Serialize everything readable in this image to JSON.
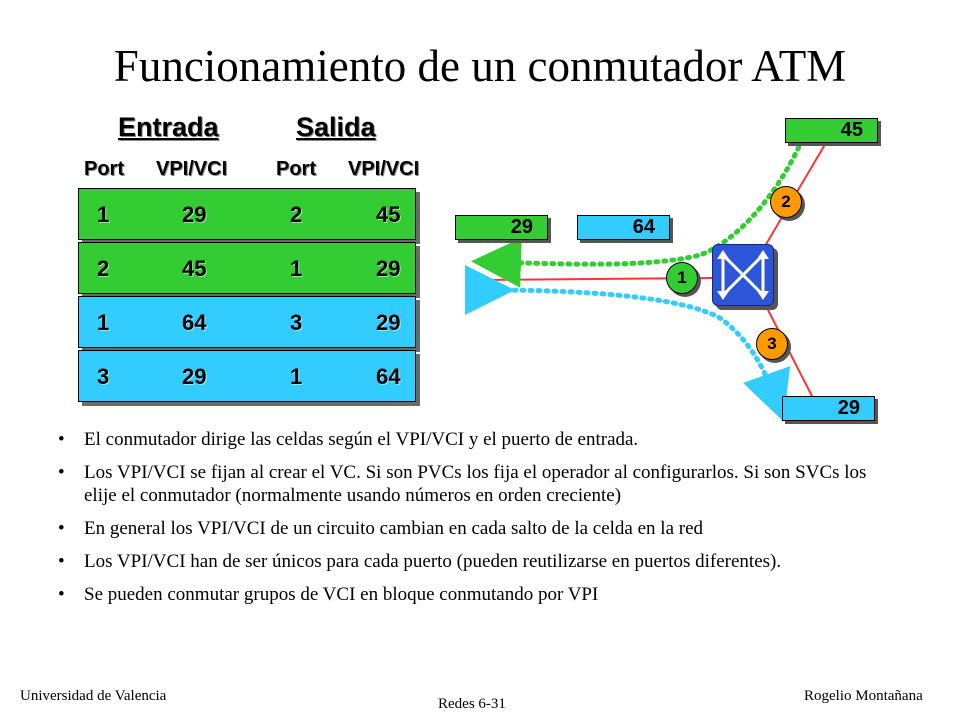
{
  "title": "Funcionamiento de un conmutador ATM",
  "table": {
    "entrada": "Entrada",
    "salida": "Salida",
    "columns": [
      "Port",
      "VPI/VCI",
      "Port",
      "VPI/VCI"
    ],
    "rows": [
      {
        "in_port": "1",
        "in_vpivci": "29",
        "out_port": "2",
        "out_vpivci": "45"
      },
      {
        "in_port": "2",
        "in_vpivci": "45",
        "out_port": "1",
        "out_vpivci": "29"
      },
      {
        "in_port": "1",
        "in_vpivci": "64",
        "out_port": "3",
        "out_vpivci": "29"
      },
      {
        "in_port": "3",
        "in_vpivci": "29",
        "out_port": "1",
        "out_vpivci": "64"
      }
    ]
  },
  "diagram": {
    "cells": {
      "top": "45",
      "left_green": "29",
      "left_cyan": "64",
      "bottom": "29"
    },
    "ports": {
      "p1": "1",
      "p2": "2",
      "p3": "3"
    }
  },
  "bullets": [
    "El conmutador dirige las celdas según el VPI/VCI y el puerto de entrada.",
    "Los VPI/VCI se fijan al crear el VC. Si son PVCs los fija el operador al configurarlos. Si son SVCs los elije el conmutador (normalmente usando números en orden creciente)",
    "En general los VPI/VCI de un circuito cambian en cada salto de la celda en la red",
    "Los VPI/VCI han de ser únicos para cada puerto (pueden reutilizarse en puertos diferentes).",
    "Se pueden conmutar grupos de VCI en bloque conmutando por VPI"
  ],
  "footer": {
    "left": "Universidad de Valencia",
    "center": "Redes 6-31",
    "right": "Rogelio Montañana"
  },
  "colors": {
    "green": "#33cc33",
    "cyan": "#33ccff",
    "orange": "#ff9900",
    "switch_blue": "#2d55d8",
    "line_red": "#ff3333"
  }
}
